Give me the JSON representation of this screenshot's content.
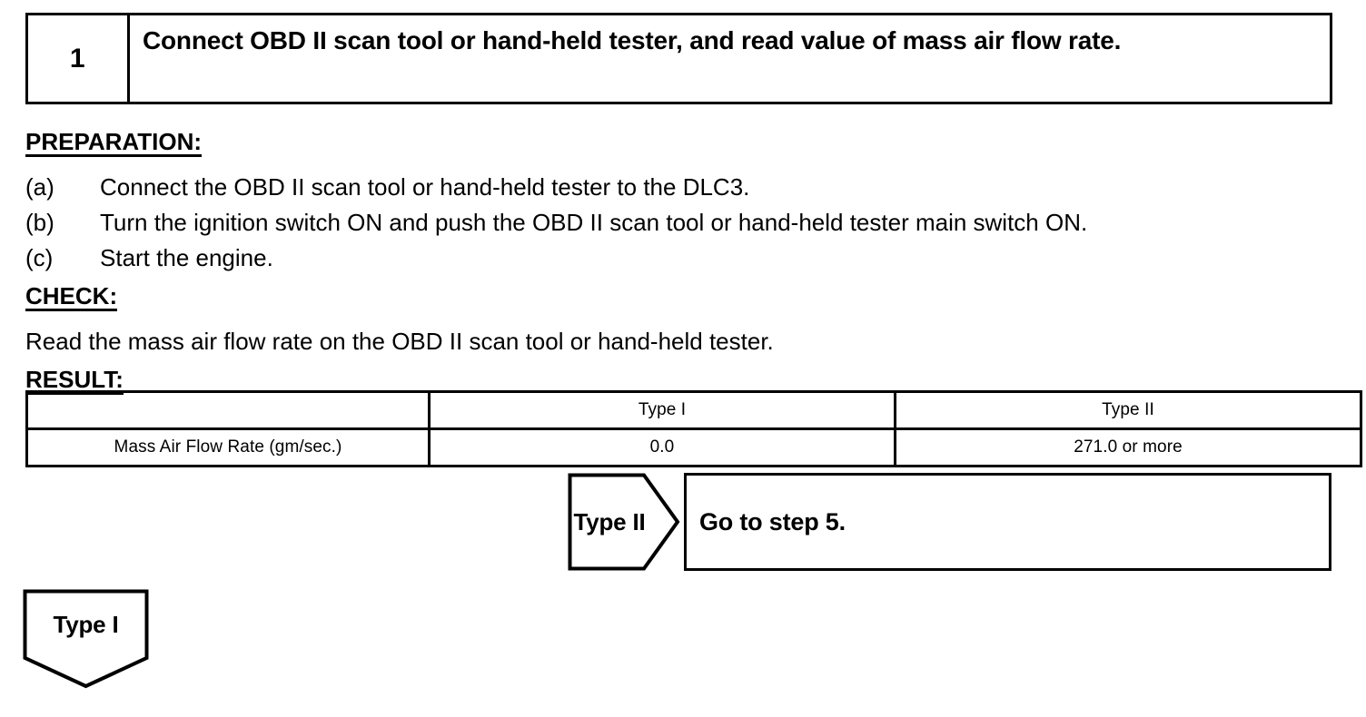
{
  "step": {
    "number": "1",
    "title": "Connect OBD II scan tool or hand-held tester, and read value of mass air flow rate."
  },
  "preparation": {
    "heading": "PREPARATION:",
    "items": [
      {
        "mark": "(a)",
        "text": "Connect the OBD II scan tool or hand-held tester to the DLC3."
      },
      {
        "mark": "(b)",
        "text": "Turn the ignition switch ON and push the OBD II scan tool or hand-held tester main switch ON."
      },
      {
        "mark": "(c)",
        "text": "Start the engine."
      }
    ]
  },
  "check": {
    "heading": "CHECK:",
    "text": "Read the mass air flow rate on the OBD II scan tool or hand-held tester."
  },
  "result": {
    "heading": "RESULT:",
    "table": {
      "header": [
        "",
        "Type I",
        "Type II"
      ],
      "rows": [
        [
          "Mass Air Flow Rate (gm/sec.)",
          "0.0",
          "271.0 or more"
        ]
      ]
    }
  },
  "flow": {
    "branch_type2_label": "Type II",
    "branch_type2_action": "Go to step 5.",
    "branch_type1_label": "Type I"
  }
}
